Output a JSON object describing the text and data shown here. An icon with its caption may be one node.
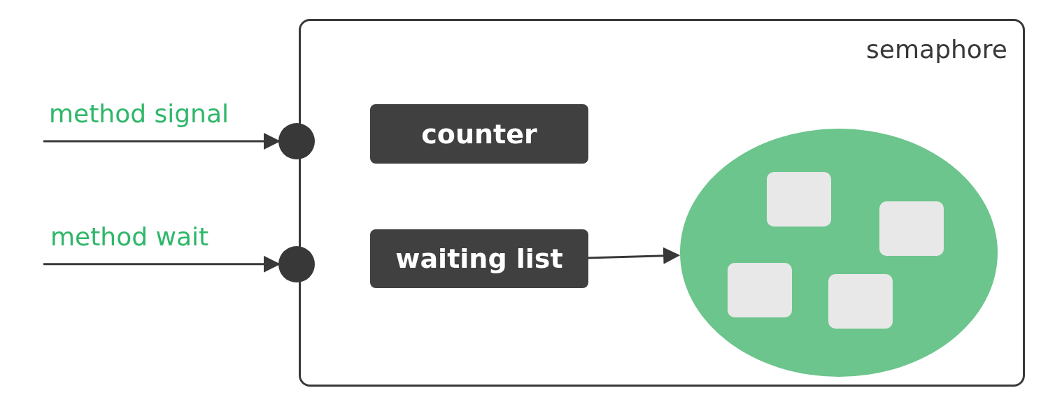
{
  "diagram": {
    "nodes": [
      {
        "text": [
          "semaphore"
        ]
      },
      {
        "text": [
          "counter"
        ],
        "in": 0
      },
      {
        "text": [
          "waiting list"
        ],
        "in": 0
      },
      {
        "text": [],
        "shape": "ellipse",
        "in": 0
      },
      {
        "text": [],
        "shape": "box",
        "in": 3
      },
      {
        "text": [],
        "shape": "box",
        "in": 3
      },
      {
        "text": [],
        "shape": "box",
        "in": 3
      },
      {
        "text": [],
        "shape": "box",
        "in": 3
      },
      {
        "text": [],
        "shape": "circle"
      },
      {
        "text": [],
        "shape": "circle"
      }
    ],
    "edges": [
      {
        "from": null,
        "to": 8,
        "arrow": "to",
        "label": "method signal"
      },
      {
        "from": null,
        "to": 9,
        "arrow": "to",
        "label": "method wait"
      },
      {
        "from": 2,
        "to": 3,
        "arrow": "to"
      }
    ]
  }
}
